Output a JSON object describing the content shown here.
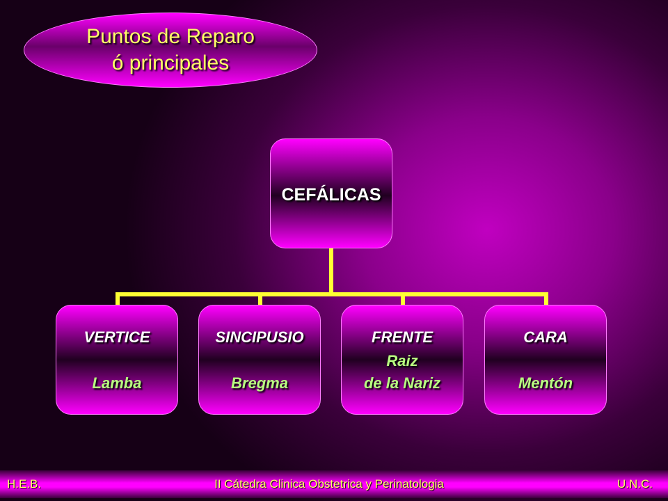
{
  "title": {
    "line1": "Puntos de  Reparo",
    "line2": "ó principales"
  },
  "root": {
    "label": "CEFÁLICAS"
  },
  "children": [
    {
      "title": "VERTICE",
      "sub1": "",
      "sub2": "Lamba"
    },
    {
      "title": "SINCIPUSIO",
      "sub1": "",
      "sub2": "Bregma"
    },
    {
      "title": "FRENTE",
      "sub1": "Raiz",
      "sub2": "de la Nariz"
    },
    {
      "title": "CARA",
      "sub1": "",
      "sub2": "Mentón"
    }
  ],
  "footer": {
    "left": "H.E.B.",
    "center": "II Cátedra Clinica Obstetrica y Perinatologia",
    "right": "U.N.C."
  },
  "colors": {
    "title_text": "#ffff66",
    "connector": "#ffff33",
    "node_accent": "#ff00ff",
    "sub_text": "#b8ff80"
  }
}
